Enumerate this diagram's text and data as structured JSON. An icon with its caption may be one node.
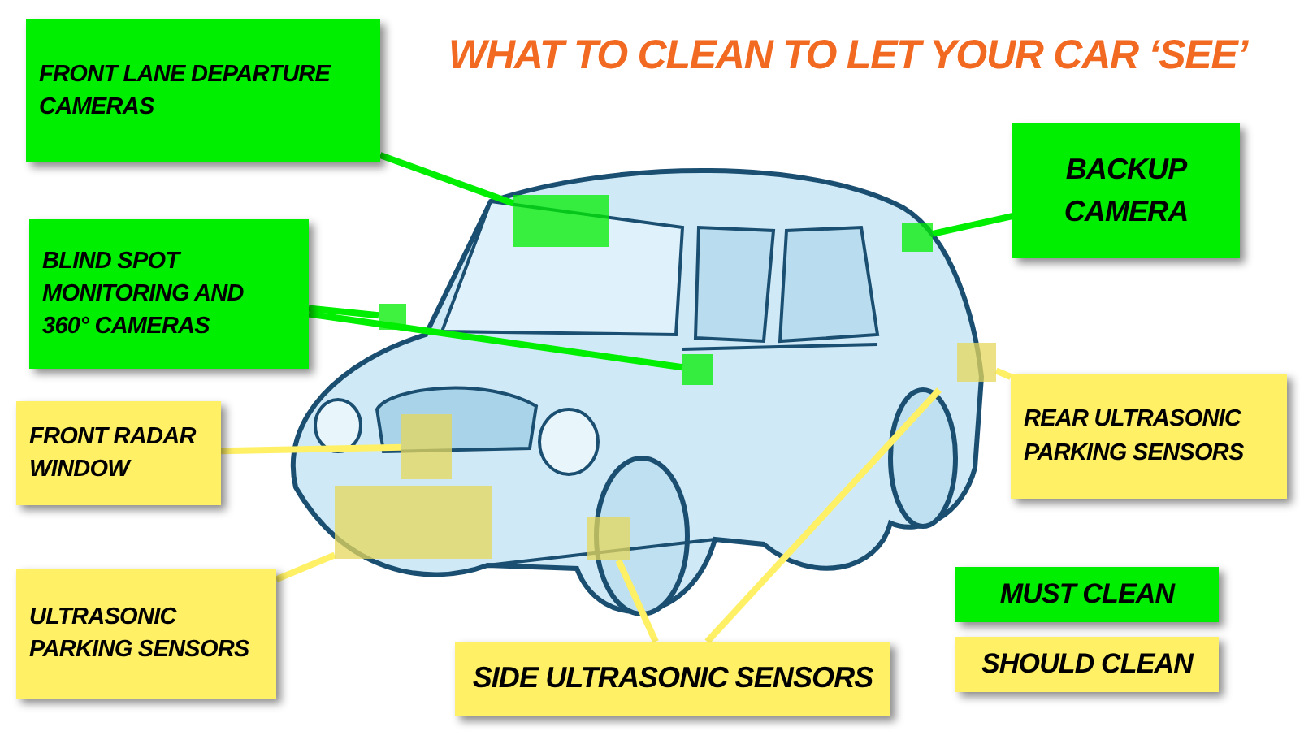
{
  "diagram": {
    "title": "WHAT TO CLEAN TO LET YOUR CAR ‘SEE’",
    "nodes": [
      {
        "text": [
          "FRONT LANE DEPARTURE CAMERAS"
        ]
      },
      {
        "text": [
          "BLIND SPOT MONITORING AND 360° CAMERAS"
        ]
      },
      {
        "text": [
          "FRONT RADAR WINDOW"
        ]
      },
      {
        "text": [
          "ULTRASONIC PARKING SENSORS"
        ]
      },
      {
        "text": [
          "BACKUP CAMERA"
        ]
      },
      {
        "text": [
          "REAR ULTRASONIC PARKING SENSORS"
        ]
      },
      {
        "text": [
          "SIDE ULTRASONIC SENSORS"
        ]
      },
      {
        "text": [],
        "shape": "box"
      },
      {
        "text": [],
        "shape": "box"
      },
      {
        "text": [],
        "shape": "box"
      },
      {
        "text": [],
        "shape": "box"
      },
      {
        "text": [],
        "shape": "box"
      },
      {
        "text": [],
        "shape": "box"
      },
      {
        "text": [],
        "shape": "box"
      },
      {
        "text": [],
        "shape": "box"
      }
    ],
    "edges": [
      {
        "from": 0,
        "to": 7,
        "arrow": "none",
        "color": "#00ee00"
      },
      {
        "from": 1,
        "to": 8,
        "arrow": "none",
        "color": "#00ee00"
      },
      {
        "from": 1,
        "to": 9,
        "arrow": "none",
        "color": "#00ee00"
      },
      {
        "from": 4,
        "to": 10,
        "arrow": "none",
        "color": "#00ee00"
      },
      {
        "from": 2,
        "to": 11,
        "arrow": "none"
      },
      {
        "from": 3,
        "to": 12,
        "arrow": "none"
      },
      {
        "from": 5,
        "to": 14,
        "arrow": "none"
      },
      {
        "from": 6,
        "to": 13,
        "arrow": "none"
      },
      {
        "from": 6,
        "to": null,
        "arrow": "none"
      }
    ],
    "legend": [
      {
        "text": "MUST CLEAN",
        "color": "#00ee00"
      },
      {
        "text": "SHOULD CLEAN",
        "color": "#fff066"
      }
    ]
  }
}
